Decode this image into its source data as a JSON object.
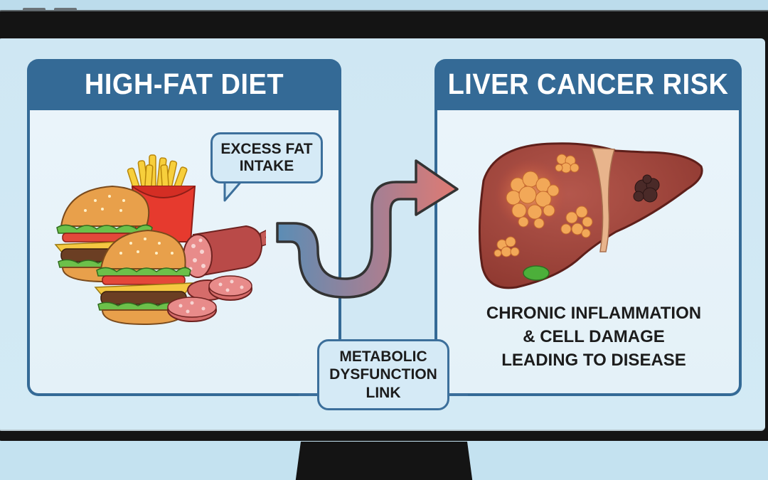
{
  "monitor": {
    "bezel_color": "#141414",
    "screen_color": "#d1e8f4"
  },
  "left_panel": {
    "title": "HIGH-FAT DIET",
    "header_color": "#346a96",
    "illustration": {
      "items": [
        "burger-icon",
        "burger-icon",
        "french-fries-icon",
        "salami-icon",
        "salami-slices-icon"
      ]
    },
    "speech_bubble": {
      "lines": [
        "EXCESS FAT",
        "INTAKE"
      ]
    }
  },
  "connector": {
    "arrow": "s-curve-arrow-icon",
    "gradient_start": "#5b8db5",
    "gradient_end": "#e07a72",
    "label_lines": [
      "METABOLIC",
      "DYSFUNCTION",
      "LINK"
    ]
  },
  "right_panel": {
    "title": "LIVER CANCER RISK",
    "header_color": "#346a96",
    "illustration": "diseased-liver-icon",
    "caption_lines": [
      "CHRONIC INFLAMMATION",
      "& CELL DAMAGE",
      "LEADING TO DISEASE"
    ]
  }
}
